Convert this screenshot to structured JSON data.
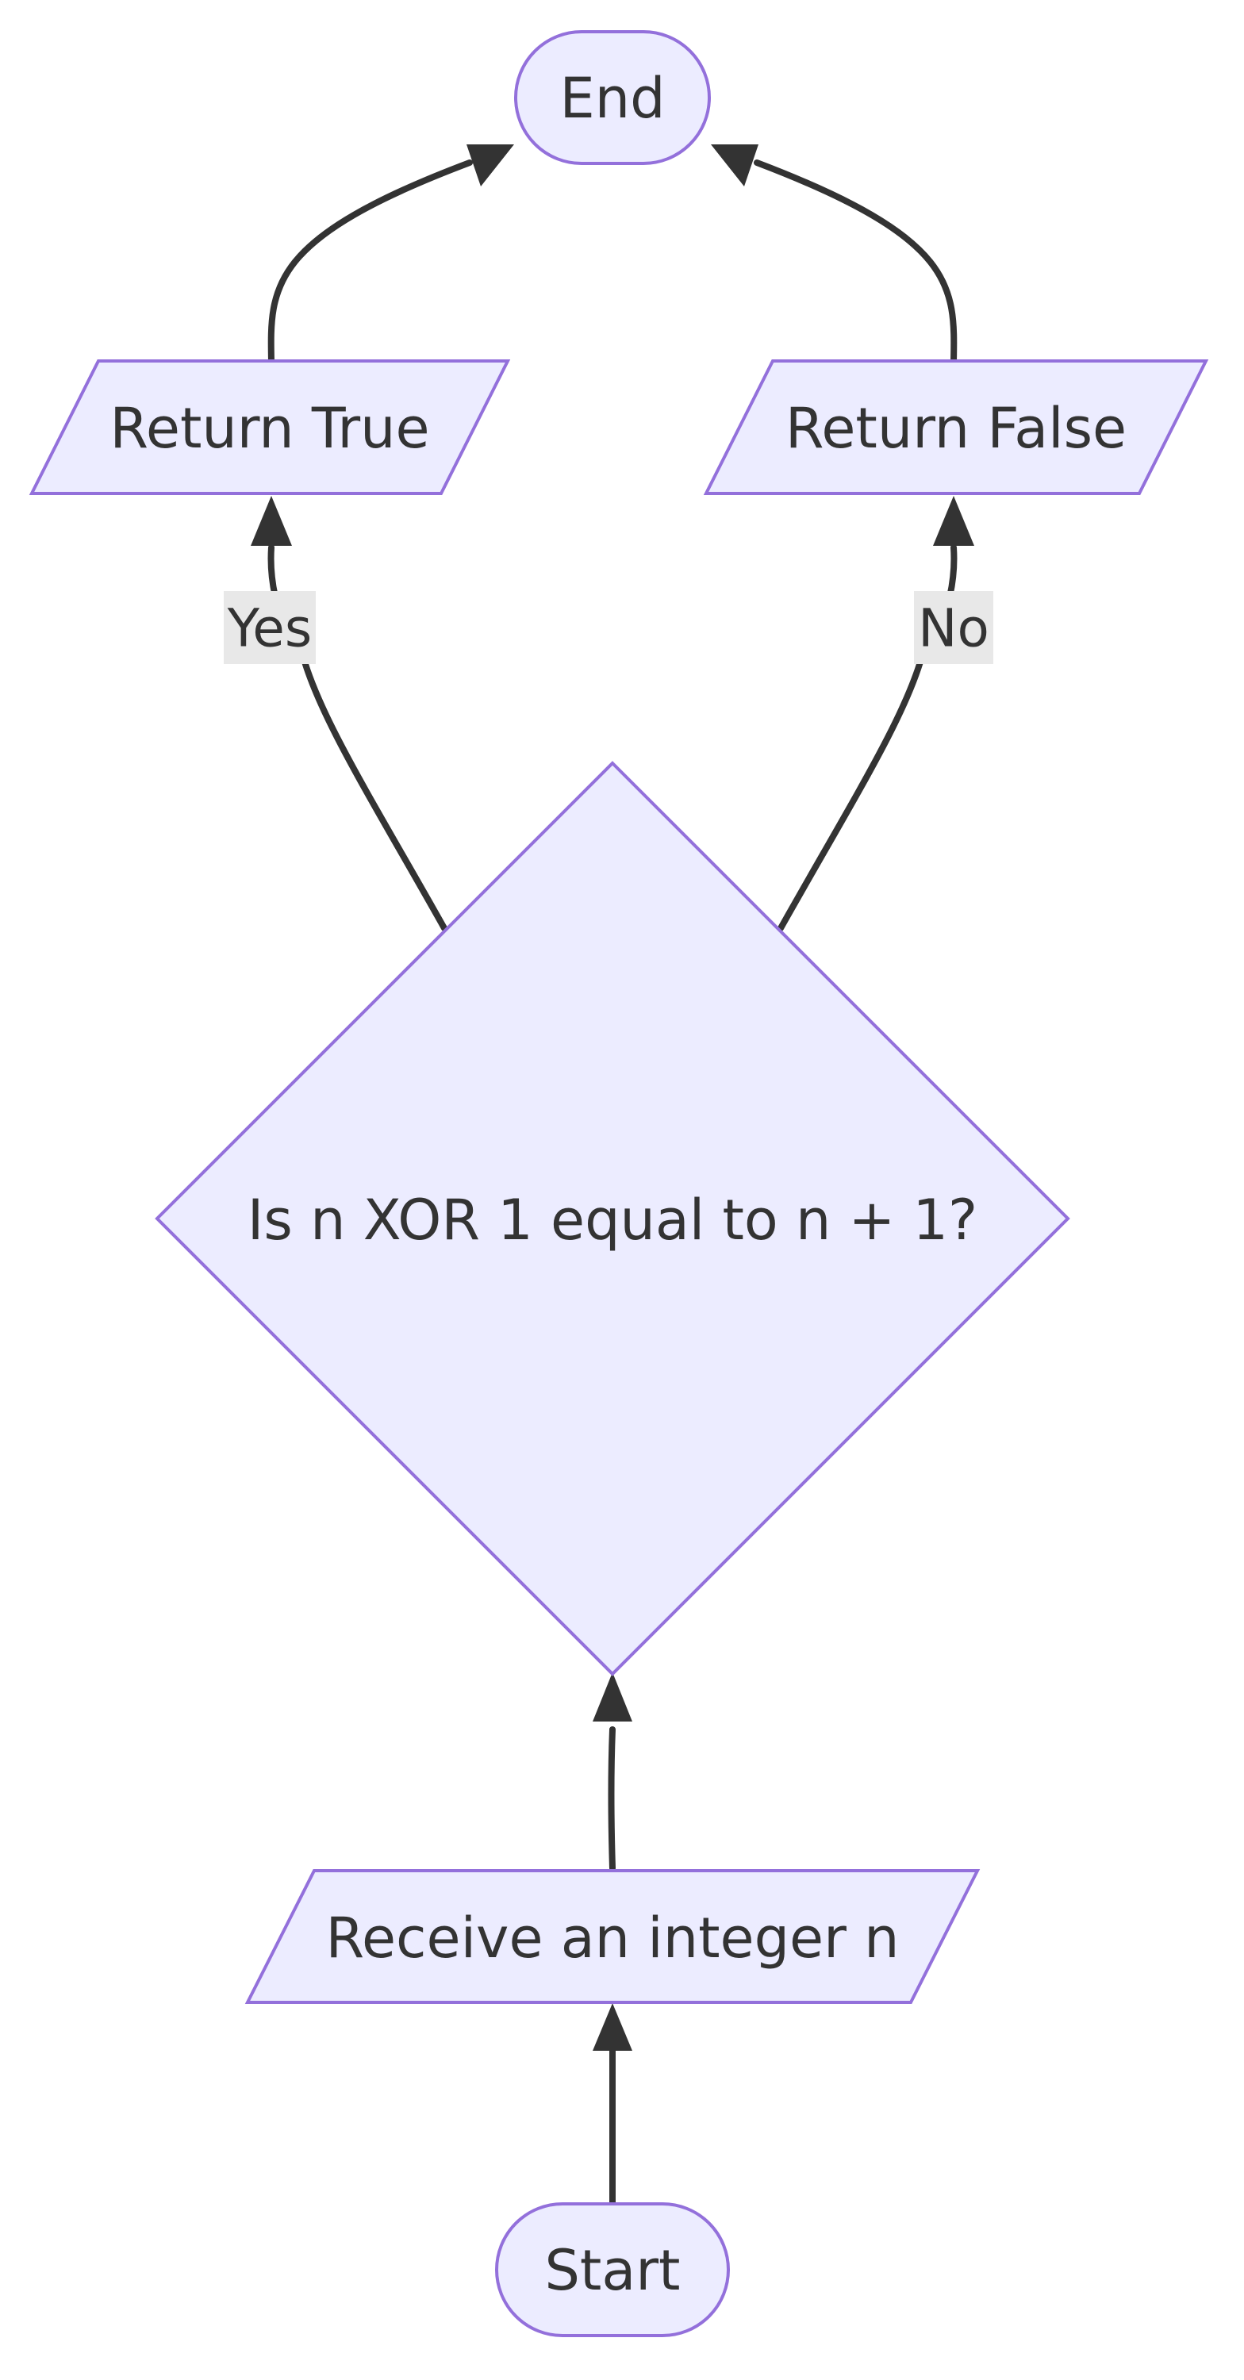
{
  "diagram": {
    "type": "flowchart",
    "nodes": {
      "end": "End",
      "return_true": "Return True",
      "return_false": "Return False",
      "decision": "Is n XOR 1 equal to n + 1?",
      "receive": "Receive an integer n",
      "start": "Start"
    },
    "edges": [
      {
        "from": "start",
        "to": "receive",
        "label": ""
      },
      {
        "from": "receive",
        "to": "decision",
        "label": ""
      },
      {
        "from": "decision",
        "to": "return_true",
        "label": "Yes"
      },
      {
        "from": "decision",
        "to": "return_false",
        "label": "No"
      },
      {
        "from": "return_true",
        "to": "end",
        "label": ""
      },
      {
        "from": "return_false",
        "to": "end",
        "label": ""
      }
    ],
    "edge_labels": {
      "yes": "Yes",
      "no": "No"
    },
    "colors": {
      "node_fill": "#ececff",
      "node_stroke": "#9370db",
      "edge": "#333333",
      "label_bg": "#e8e8e8",
      "text": "#333333"
    }
  }
}
